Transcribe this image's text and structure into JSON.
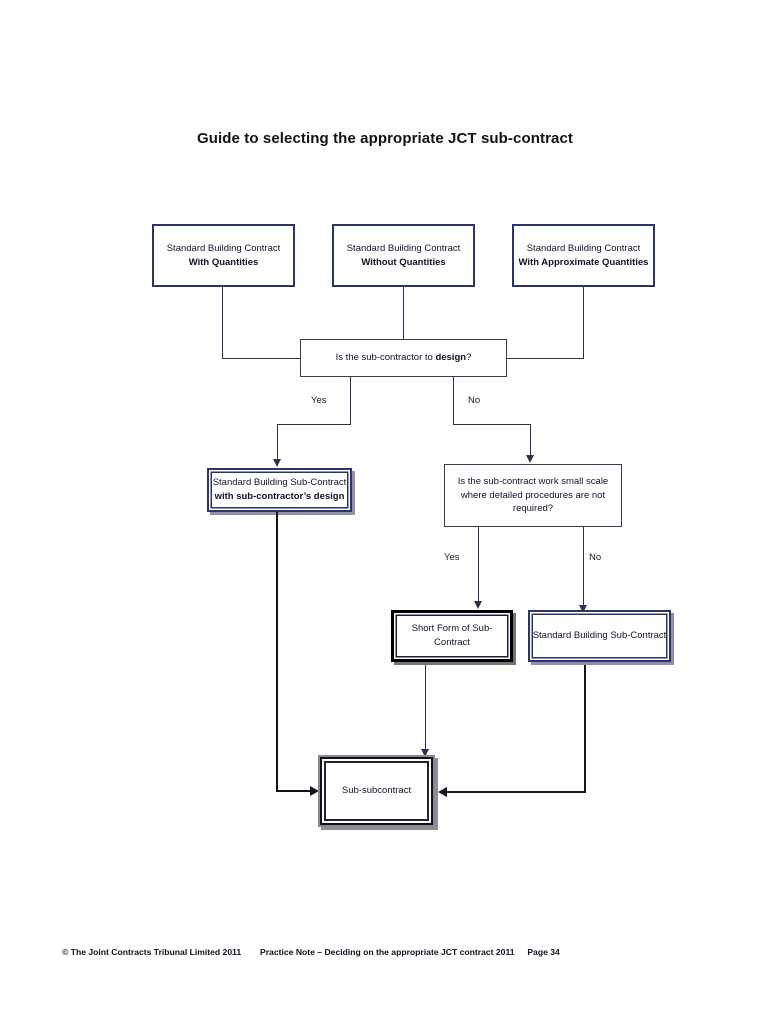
{
  "page": {
    "title": "Guide to selecting the appropriate JCT sub-contract"
  },
  "chart_data": {
    "type": "diagram",
    "diagram_type": "flowchart",
    "title": "Guide to selecting the appropriate JCT sub-contract",
    "nodes": [
      {
        "id": "sbc_with",
        "kind": "start",
        "line1": "Standard Building Contract",
        "line2": "With Quantities"
      },
      {
        "id": "sbc_without",
        "kind": "start",
        "line1": "Standard Building Contract",
        "line2": "Without Quantities"
      },
      {
        "id": "sbc_approx",
        "kind": "start",
        "line1": "Standard Building Contract",
        "line2": "With Approximate Quantities"
      },
      {
        "id": "q_design",
        "kind": "decision",
        "line1": "Is the sub-contractor to ",
        "emphasis": "design",
        "line1_tail": "?"
      },
      {
        "id": "sbsc_design",
        "kind": "outcome",
        "line1": "Standard Building Sub-Contract",
        "line2": "with sub-contractor’s design"
      },
      {
        "id": "q_small",
        "kind": "decision",
        "line1": "Is the sub-contract work small scale",
        "line2": "where detailed procedures are not required?"
      },
      {
        "id": "short_form",
        "kind": "outcome",
        "line1": "Short Form of Sub-Contract"
      },
      {
        "id": "sbsc",
        "kind": "outcome",
        "line1": "Standard Building Sub-Contract"
      },
      {
        "id": "sub_sub",
        "kind": "terminal",
        "line1": "Sub-subcontract"
      }
    ],
    "edges": [
      {
        "from": "sbc_with",
        "to": "q_design",
        "label": ""
      },
      {
        "from": "sbc_without",
        "to": "q_design",
        "label": ""
      },
      {
        "from": "sbc_approx",
        "to": "q_design",
        "label": ""
      },
      {
        "from": "q_design",
        "to": "sbsc_design",
        "label": "Yes"
      },
      {
        "from": "q_design",
        "to": "q_small",
        "label": "No"
      },
      {
        "from": "q_small",
        "to": "short_form",
        "label": "Yes"
      },
      {
        "from": "q_small",
        "to": "sbsc",
        "label": "No"
      },
      {
        "from": "sbsc_design",
        "to": "sub_sub",
        "label": ""
      },
      {
        "from": "short_form",
        "to": "sub_sub",
        "label": ""
      },
      {
        "from": "sbsc",
        "to": "sub_sub",
        "label": ""
      }
    ]
  },
  "boxes": {
    "sbc_with": {
      "l1": "Standard Building Contract",
      "l2": "With Quantities"
    },
    "sbc_without": {
      "l1": "Standard Building Contract",
      "l2": "Without Quantities"
    },
    "sbc_approx": {
      "l1": "Standard Building Contract",
      "l2": "With Approximate Quantities"
    },
    "q_design": {
      "pre": "Is the sub-contractor to ",
      "em": "design",
      "post": "?"
    },
    "sbsc_design": {
      "l1": "Standard Building Sub-Contract",
      "l2": "with sub-contractor’s design"
    },
    "q_small": {
      "l1": "Is the sub-contract work small scale",
      "l2": "where detailed procedures are not required?"
    },
    "short_form": {
      "l1": "Short Form of Sub-Contract"
    },
    "sbsc": {
      "l1": "Standard Building Sub-Contract"
    },
    "sub_sub": {
      "l1": "Sub-subcontract"
    }
  },
  "labels": {
    "design_yes": "Yes",
    "design_no": "No",
    "small_yes": "Yes",
    "small_no": "No"
  },
  "footer": {
    "copyright": "© The Joint Contracts Tribunal Limited 2011",
    "practice_note": "Practice Note – Deciding on the appropriate JCT contract 2011",
    "page": "Page 34"
  },
  "colors": {
    "navy": "#2b3566",
    "line": "#30304e",
    "text": "#12122a"
  }
}
